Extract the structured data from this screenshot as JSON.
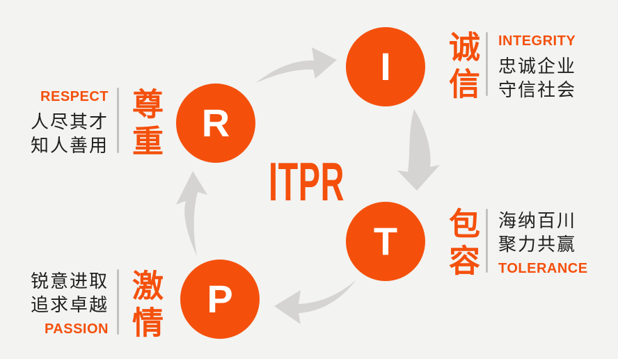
{
  "title": "ITPR",
  "colors": {
    "accent": "#F4500C",
    "background": "#F3F3F1",
    "arrow": "#D5D4D2",
    "divider": "#C3C2C0",
    "text_dark": "#1F1F1F",
    "circle_letter": "#FFFFFF"
  },
  "nodes": [
    {
      "id": "integrity",
      "letter": "I",
      "word_cn": "诚信",
      "english": "INTEGRITY",
      "lines_cn": [
        "忠诚企业",
        "守信社会"
      ]
    },
    {
      "id": "tolerance",
      "letter": "T",
      "word_cn": "包容",
      "english": "TOLERANCE",
      "lines_cn": [
        "海纳百川",
        "聚力共赢"
      ]
    },
    {
      "id": "passion",
      "letter": "P",
      "word_cn": "激情",
      "english": "PASSION",
      "lines_cn": [
        "锐意进取",
        "追求卓越"
      ]
    },
    {
      "id": "respect",
      "letter": "R",
      "word_cn": "尊重",
      "english": "RESPECT",
      "lines_cn": [
        "人尽其才",
        "知人善用"
      ]
    }
  ],
  "icons": {
    "cycle_arrows": [
      "cycle-arrow-r-to-i",
      "cycle-arrow-i-to-t",
      "cycle-arrow-t-to-p",
      "cycle-arrow-p-to-r"
    ]
  }
}
